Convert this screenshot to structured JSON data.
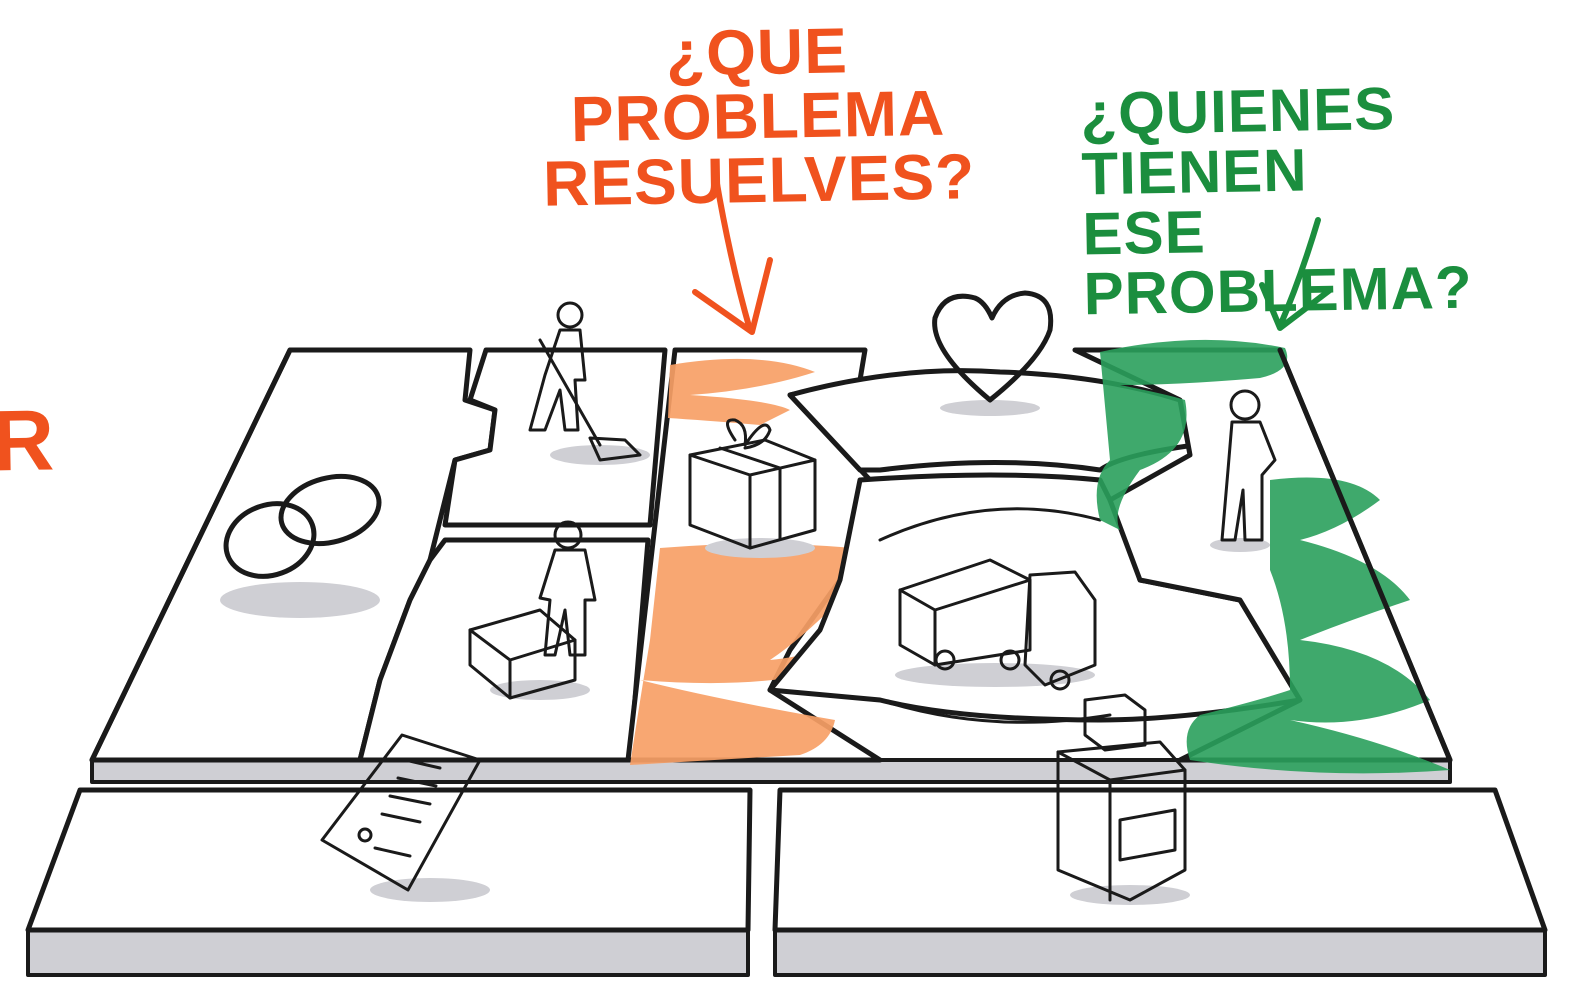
{
  "annotations": {
    "problem": {
      "line1": "¿QUE PROBLEMA",
      "line2": "RESUELVES?",
      "color": "#f0521e"
    },
    "customers": {
      "line1": "¿QUIENES TIENEN",
      "line2": "ESE PROBLEMA?",
      "color": "#1b8e3e"
    },
    "edge_fragment": "R"
  },
  "icons": [
    "chain-links-icon",
    "person-digging-icon",
    "person-carrying-box-icon",
    "gift-box-icon",
    "heart-icon",
    "delivery-truck-icon",
    "standing-person-icon",
    "cash-register-icon",
    "document-icon"
  ],
  "highlight_colors": {
    "value_proposition": "#f7a066",
    "customer_segments": "#2aa05c"
  }
}
